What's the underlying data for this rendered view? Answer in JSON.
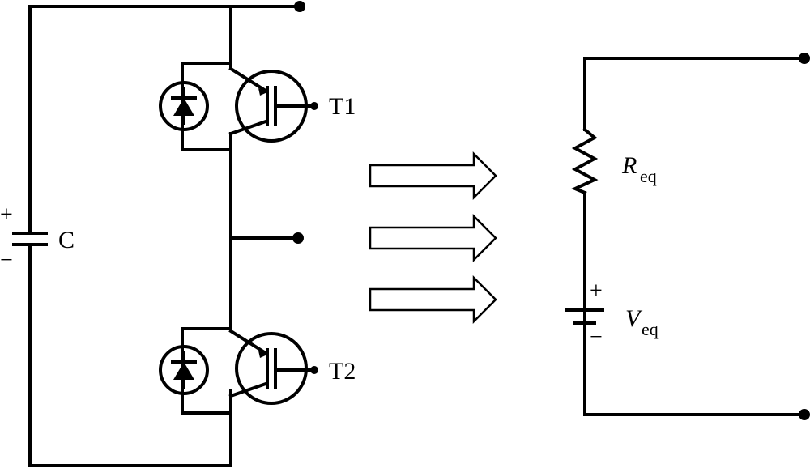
{
  "labels": {
    "capacitor": "C",
    "capacitor_plus": "+",
    "capacitor_minus": "−",
    "transistor_top": "T1",
    "transistor_bottom": "T2",
    "resistor_symbol": "R",
    "resistor_subscript": "eq",
    "voltage_symbol": "V",
    "voltage_subscript": "eq",
    "source_plus": "+",
    "source_minus": "−"
  },
  "icons": {
    "transformation_arrow": "outlined-right-arrow",
    "diode": "diode-in-circle",
    "igbt": "igbt-transistor",
    "resistor": "zigzag-resistor",
    "battery": "dc-voltage-source",
    "terminal": "filled-terminal-dot"
  },
  "transformation_arrow_count": 3
}
